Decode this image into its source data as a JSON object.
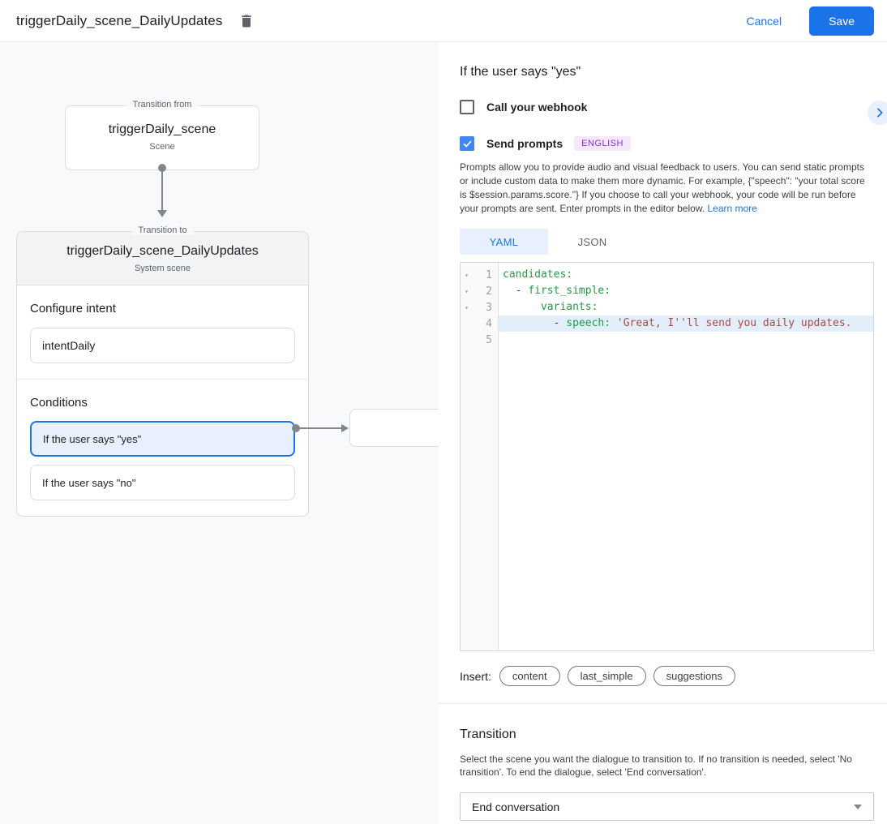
{
  "header": {
    "title": "triggerDaily_scene_DailyUpdates",
    "cancel_label": "Cancel",
    "save_label": "Save"
  },
  "diagram": {
    "from_box": {
      "legend": "Transition from",
      "title": "triggerDaily_scene",
      "subtitle": "Scene"
    },
    "to_box": {
      "legend": "Transition to",
      "title": "triggerDaily_scene_DailyUpdates",
      "subtitle": "System scene",
      "configure_intent_label": "Configure intent",
      "intent_value": "intentDaily",
      "conditions_label": "Conditions",
      "conditions": [
        {
          "label": "If the user says \"yes\"",
          "selected": true
        },
        {
          "label": "If the user says \"no\"",
          "selected": false
        }
      ]
    }
  },
  "panel": {
    "title": "If the user says \"yes\"",
    "webhook": {
      "label": "Call your webhook",
      "checked": false
    },
    "prompts": {
      "label": "Send prompts",
      "checked": true,
      "language_badge": "ENGLISH"
    },
    "description": "Prompts allow you to provide audio and visual feedback to users. You can send static prompts or include custom data to make them more dynamic. For example, {\"speech\": \"your total score is $session.params.score.\"} If you choose to call your webhook, your code will be run before your prompts are sent. Enter prompts in the editor below. ",
    "learn_more_label": "Learn more",
    "tabs": [
      {
        "label": "YAML",
        "selected": true
      },
      {
        "label": "JSON",
        "selected": false
      }
    ],
    "editor": {
      "lines": [
        {
          "num": 1,
          "fold": true,
          "hl": false,
          "tokens": [
            [
              "key",
              "candidates:"
            ]
          ]
        },
        {
          "num": 2,
          "fold": true,
          "hl": false,
          "tokens": [
            [
              "plain",
              "  - "
            ],
            [
              "key",
              "first_simple:"
            ]
          ]
        },
        {
          "num": 3,
          "fold": true,
          "hl": false,
          "tokens": [
            [
              "plain",
              "      "
            ],
            [
              "key",
              "variants:"
            ]
          ]
        },
        {
          "num": 4,
          "fold": false,
          "hl": true,
          "tokens": [
            [
              "plain",
              "        - "
            ],
            [
              "key",
              "speech:"
            ],
            [
              "plain",
              " "
            ],
            [
              "str",
              "'Great, I''ll send you daily updates."
            ]
          ]
        },
        {
          "num": 5,
          "fold": false,
          "hl": false,
          "tokens": []
        }
      ]
    },
    "insert": {
      "label": "Insert:",
      "chips": [
        "content",
        "last_simple",
        "suggestions"
      ]
    },
    "transition": {
      "title": "Transition",
      "description": "Select the scene you want the dialogue to transition to. If no transition is needed, select 'No transition'. To end the dialogue, select 'End conversation'.",
      "selected_value": "End conversation"
    }
  },
  "colors": {
    "accent_blue": "#1a73e8",
    "checkbox_blue": "#4285f4",
    "selected_condition_bg": "#e8f0fe",
    "badge_bg": "#f3e8fd",
    "badge_text": "#8430ce",
    "code_key_green": "#1e9e40",
    "code_string_red": "#ae4a47",
    "line_highlight": "#e2eef9"
  }
}
